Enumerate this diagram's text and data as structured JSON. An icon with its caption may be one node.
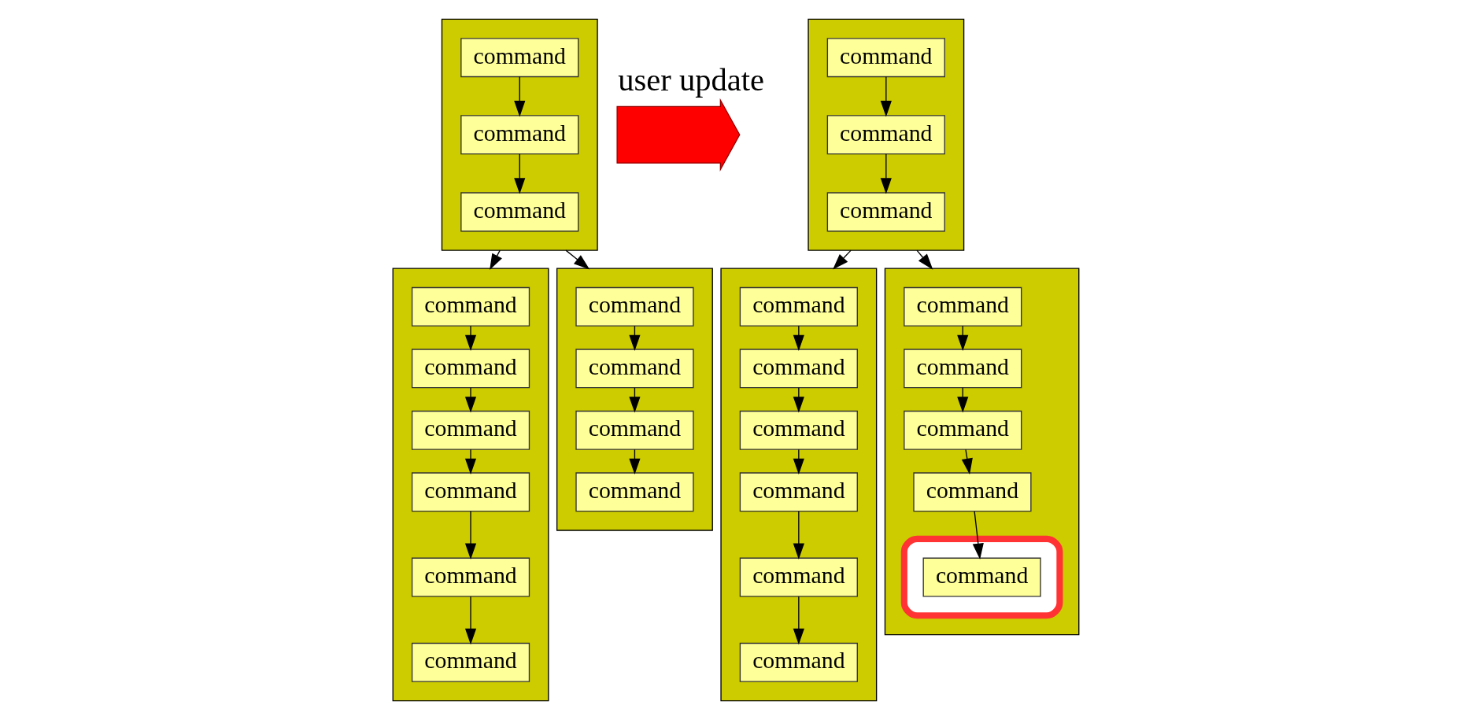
{
  "diagram": {
    "nodes": [
      {
        "text": [],
        "shape": "box"
      },
      {
        "text": [
          "command"
        ],
        "in": 0
      },
      {
        "text": [
          "command"
        ],
        "in": 0
      },
      {
        "text": [
          "command"
        ],
        "in": 0
      },
      {
        "text": [],
        "shape": "box"
      },
      {
        "text": [
          "command"
        ],
        "in": 4
      },
      {
        "text": [
          "command"
        ],
        "in": 4
      },
      {
        "text": [
          "command"
        ],
        "in": 4
      },
      {
        "text": [
          "command"
        ],
        "in": 4
      },
      {
        "text": [
          "command"
        ],
        "in": 4
      },
      {
        "text": [
          "command"
        ],
        "in": 4
      },
      {
        "text": [],
        "shape": "box"
      },
      {
        "text": [
          "command"
        ],
        "in": 11
      },
      {
        "text": [
          "command"
        ],
        "in": 11
      },
      {
        "text": [
          "command"
        ],
        "in": 11
      },
      {
        "text": [
          "command"
        ],
        "in": 11
      },
      {
        "text": [],
        "shape": "arrow",
        "beside": [
          "user update"
        ]
      },
      {
        "text": [],
        "shape": "box"
      },
      {
        "text": [
          "command"
        ],
        "in": 17
      },
      {
        "text": [
          "command"
        ],
        "in": 17
      },
      {
        "text": [
          "command"
        ],
        "in": 17
      },
      {
        "text": [],
        "shape": "box"
      },
      {
        "text": [
          "command"
        ],
        "in": 21
      },
      {
        "text": [
          "command"
        ],
        "in": 21
      },
      {
        "text": [
          "command"
        ],
        "in": 21
      },
      {
        "text": [
          "command"
        ],
        "in": 21
      },
      {
        "text": [
          "command"
        ],
        "in": 21
      },
      {
        "text": [
          "command"
        ],
        "in": 21
      },
      {
        "text": [],
        "shape": "box"
      },
      {
        "text": [
          "command"
        ],
        "in": 28
      },
      {
        "text": [
          "command"
        ],
        "in": 28
      },
      {
        "text": [
          "command"
        ],
        "in": 28
      },
      {
        "text": [
          "command"
        ],
        "in": 28
      },
      {
        "text": [],
        "shape": "ellipse",
        "in": 28
      },
      {
        "text": [
          "command"
        ],
        "in": 33
      }
    ],
    "edges": [
      {
        "from": 1,
        "to": 2,
        "arrow": "to"
      },
      {
        "from": 2,
        "to": 3,
        "arrow": "to"
      },
      {
        "from": 0,
        "to": 4,
        "arrow": "to"
      },
      {
        "from": 0,
        "to": 11,
        "arrow": "to"
      },
      {
        "from": 5,
        "to": 6,
        "arrow": "to"
      },
      {
        "from": 6,
        "to": 7,
        "arrow": "to"
      },
      {
        "from": 7,
        "to": 8,
        "arrow": "to"
      },
      {
        "from": 8,
        "to": 9,
        "arrow": "to"
      },
      {
        "from": 9,
        "to": 10,
        "arrow": "to"
      },
      {
        "from": 12,
        "to": 13,
        "arrow": "to"
      },
      {
        "from": 13,
        "to": 14,
        "arrow": "to"
      },
      {
        "from": 14,
        "to": 15,
        "arrow": "to"
      },
      {
        "from": 18,
        "to": 19,
        "arrow": "to"
      },
      {
        "from": 19,
        "to": 20,
        "arrow": "to"
      },
      {
        "from": 17,
        "to": 21,
        "arrow": "to"
      },
      {
        "from": 17,
        "to": 28,
        "arrow": "to"
      },
      {
        "from": 22,
        "to": 23,
        "arrow": "to"
      },
      {
        "from": 23,
        "to": 24,
        "arrow": "to"
      },
      {
        "from": 24,
        "to": 25,
        "arrow": "to"
      },
      {
        "from": 25,
        "to": 26,
        "arrow": "to"
      },
      {
        "from": 26,
        "to": 27,
        "arrow": "to"
      },
      {
        "from": 29,
        "to": 30,
        "arrow": "to"
      },
      {
        "from": 30,
        "to": 31,
        "arrow": "to"
      },
      {
        "from": 31,
        "to": 32,
        "arrow": "to"
      },
      {
        "from": 32,
        "to": 34,
        "arrow": "to"
      }
    ]
  }
}
